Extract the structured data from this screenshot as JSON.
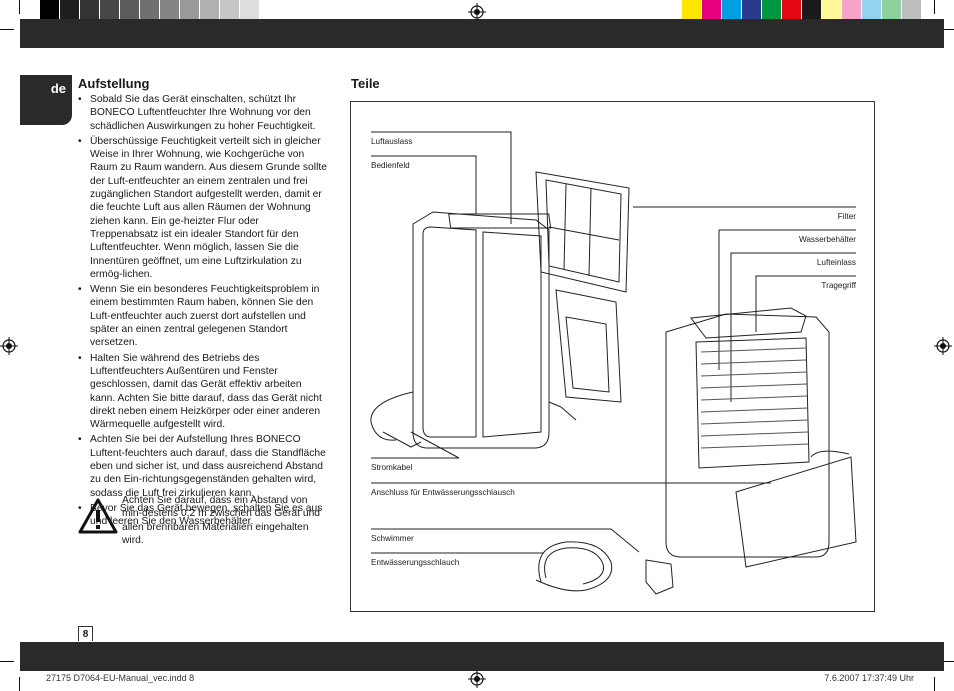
{
  "lang_tab": "de",
  "page_number": "8",
  "aufstellung": {
    "heading": "Aufstellung",
    "bullets": [
      "Sobald Sie das Gerät einschalten, schützt Ihr BONECO Luftentfeuchter Ihre Wohnung vor den schädlichen Auswirkungen zu hoher Feuchtigkeit.",
      "Überschüssige Feuchtigkeit verteilt sich in gleicher Weise in Ihrer Wohnung, wie Kochgerüche von Raum zu Raum wandern. Aus diesem Grunde sollte der Luft-entfeuchter an einem zentralen und frei zugänglichen Standort aufgestellt werden, damit er die feuchte Luft aus allen Räumen der Wohnung ziehen kann. Ein ge-heizter Flur oder Treppenabsatz ist ein idealer Standort für den Luftentfeuchter. Wenn möglich, lassen Sie die Innentüren geöffnet, um eine Luftzirkulation zu ermög-lichen.",
      "Wenn Sie ein besonderes Feuchtigkeitsproblem in einem bestimmten Raum haben, können Sie den Luft-entfeuchter auch zuerst dort aufstellen und später an einen zentral gelegenen Standort versetzen.",
      "Halten Sie während des Betriebs des Luftentfeuchters Außentüren und Fenster geschlossen, damit das Gerät effektiv arbeiten kann. Achten Sie bitte darauf, dass das Gerät nicht direkt neben einem Heizkörper oder einer anderen Wärmequelle aufgestellt wird.",
      "Achten Sie bei der Aufstellung Ihres BONECO Luftent-feuchters auch darauf, dass die Standfläche eben und sicher ist, und dass ausreichend Abstand zu den Ein-richtungsgegenständen gehalten wird, sodass die Luft frei zirkulieren kann.",
      "Bevor Sie das Gerät bewegen, schalten Sie es aus und leeren Sie den Wasserbehälter."
    ],
    "warning": "Achten Sie darauf, dass ein Abstand von min-destens 0,2 m zwischen das Gerät und allen brennbaren Materialien eingehalten wird."
  },
  "teile": {
    "heading": "Teile",
    "labels": {
      "luftauslass": "Luftauslass",
      "bedienfeld": "Bedienfeld",
      "filter": "Filter",
      "wasserbehaelter": "Wasserbehälter",
      "lufteinlass": "Lufteinlass",
      "tragegriff": "Tragegriff",
      "stromkabel": "Stromkabel",
      "anschluss": "Anschluss für Entwässerungsschlausch",
      "schwimmer": "Schwimmer",
      "schlauch": "Entwässerungsschlauch"
    }
  },
  "footer": {
    "file": "27175 D7064-EU-Manual_vec.indd   8",
    "date": "7.6.2007   17:37:49 Uhr"
  },
  "colors": {
    "gray_swatches": [
      "#000000",
      "#1e1e1e",
      "#333333",
      "#474747",
      "#5c5c5c",
      "#707070",
      "#858585",
      "#9a9a9a",
      "#b0b0b0",
      "#c6c6c6",
      "#dddddd",
      "#ffffff"
    ],
    "color_swatches": [
      "#ffe600",
      "#e6007e",
      "#00a0e3",
      "#2a3b8f",
      "#00963f",
      "#e30613",
      "#1a1a1a",
      "#fff799",
      "#f5a3c7",
      "#93d3f0",
      "#8fd19e",
      "#bdbdbd"
    ]
  }
}
